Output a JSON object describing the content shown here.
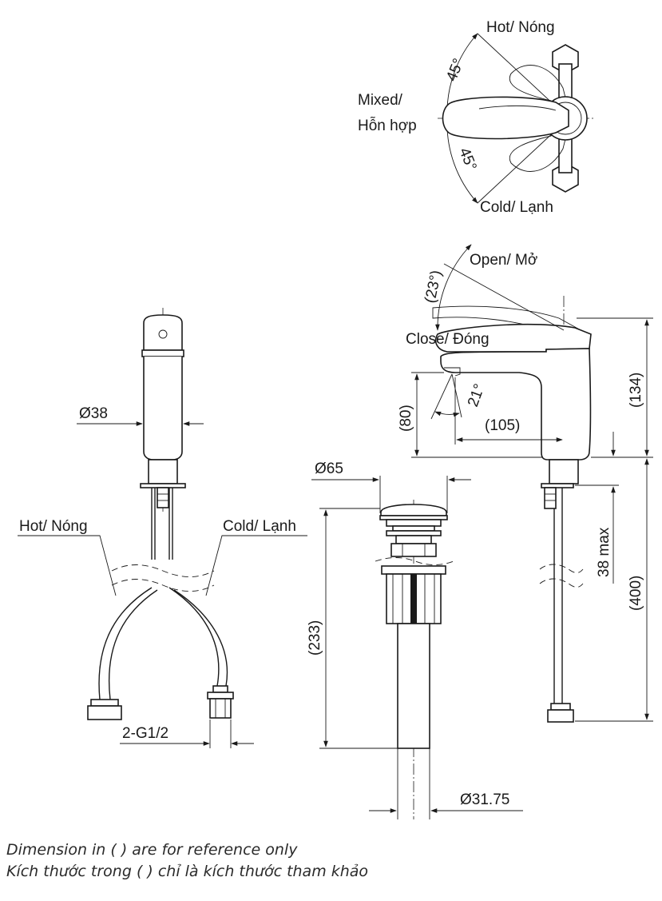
{
  "top_view": {
    "hot_label": "Hot/ Nóng",
    "mixed_label_1": "Mixed/",
    "mixed_label_2": "Hỗn hợp",
    "cold_label": "Cold/ Lạnh",
    "angle_upper": "45°",
    "angle_lower": "45°"
  },
  "front_view": {
    "body_diameter": "Ø38",
    "hot_label": "Hot/ Nóng",
    "cold_label": "Cold/ Lạnh",
    "thread_label": "2-G1/2"
  },
  "side_view": {
    "open_label": "Open/ Mở",
    "close_label": "Close/ Đóng",
    "lever_angle": "(23°)",
    "spout_angle": "21°",
    "spout_height": "(80)",
    "spout_reach": "(105)",
    "total_height": "(134)",
    "counter_thickness": "38 max",
    "hose_length": "(400)"
  },
  "drain": {
    "cap_diameter": "Ø65",
    "length": "(233)",
    "tail_diameter": "Ø31.75"
  },
  "notes": {
    "line_en": "Dimension in ( ) are for reference only",
    "line_vi": "Kích thước trong ( ) chỉ là kích thước tham khảo"
  }
}
